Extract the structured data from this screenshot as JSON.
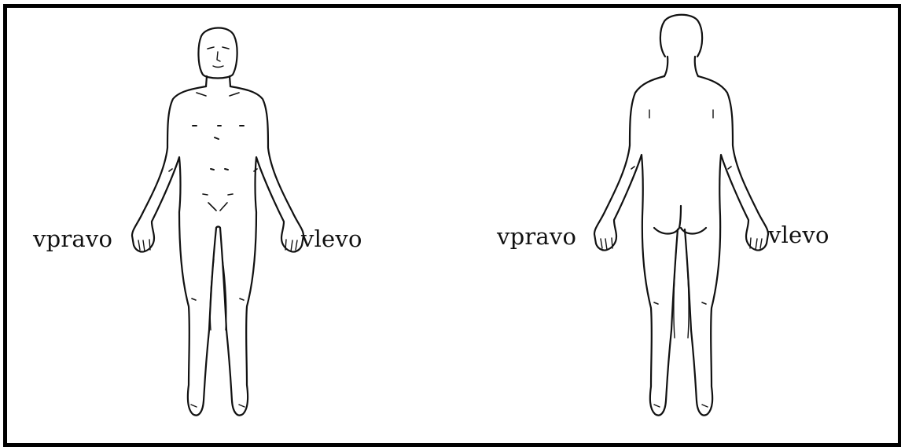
{
  "front_view": {
    "right_label": "vpravo",
    "left_label": "vlevo"
  },
  "back_view": {
    "right_label": "vpravo",
    "left_label": "vlevo"
  }
}
